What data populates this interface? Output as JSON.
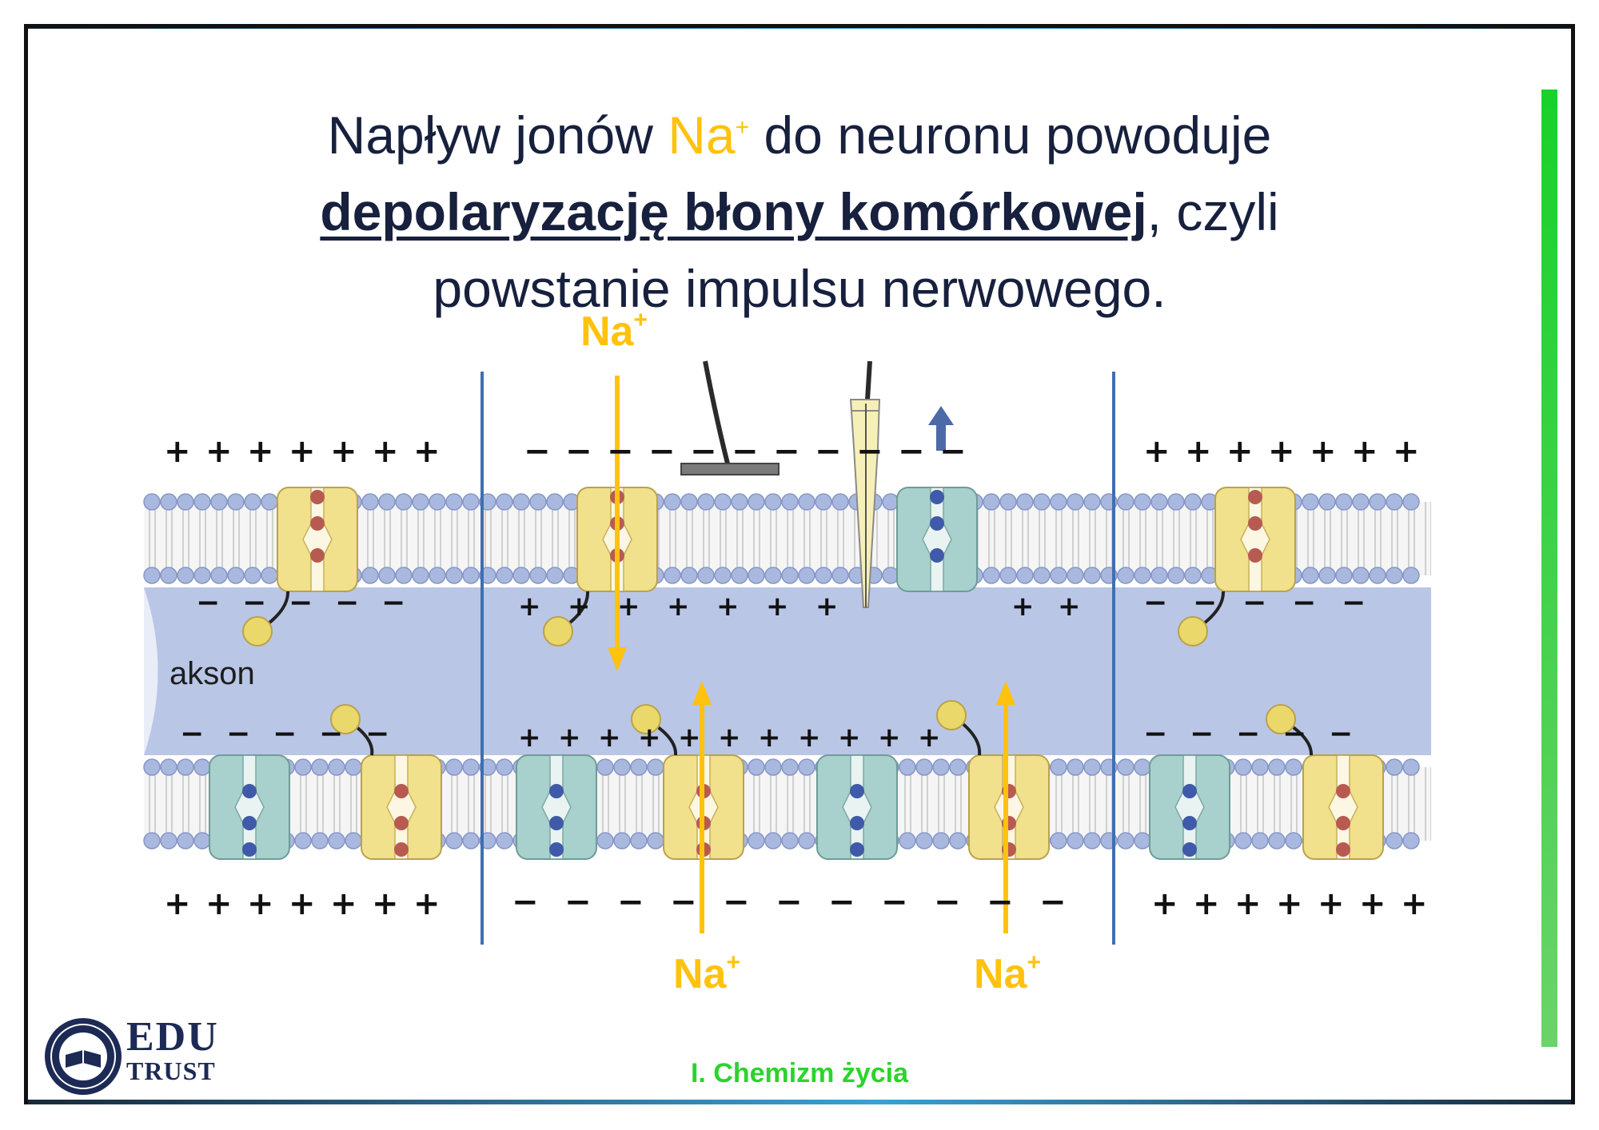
{
  "title": {
    "line1_pre": "Napływ jonów ",
    "line1_na": "Na",
    "line1_na_sup": "+",
    "line1_post": " do neuronu powoduje",
    "line2_bold": "depolaryzację błony komórkowej",
    "line2_post": ", czyli",
    "line3": "powstanie impulsu nerwowego."
  },
  "diagram": {
    "ion_label": "Na",
    "ion_sup": "+",
    "axon_label": "akson",
    "plus": "+",
    "minus": "−"
  },
  "colors": {
    "title_text": "#17203d",
    "ion_yellow": "#ffc20e",
    "membrane_head": "#a9b8df",
    "axon_fill": "#b9c6e6",
    "channel_yellow": "#f1e08c",
    "channel_teal": "#a8d0cc",
    "divider_blue": "#3f6fb2",
    "footer_green": "#2bd42b",
    "side_bar_green": "#19d12a"
  },
  "logo": {
    "edu": "EDU",
    "trust": "TRUST"
  },
  "footer": {
    "section": "I. Chemizm życia"
  }
}
